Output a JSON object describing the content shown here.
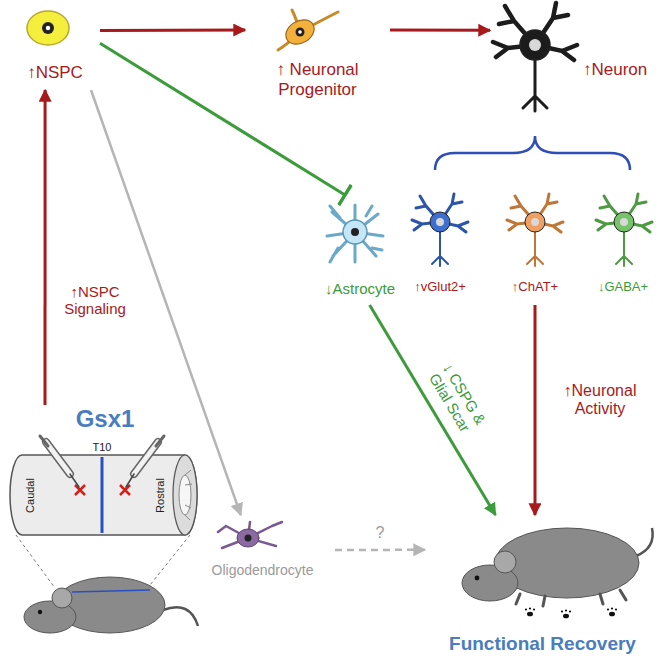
{
  "diagram": {
    "nodes": [
      {
        "text": [
          "↑NSPC"
        ]
      },
      {
        "text": [
          "↑ Neuronal Progenitor"
        ]
      },
      {
        "text": [
          "↑Neuron"
        ]
      },
      {
        "text": [
          "↑vGlut2+"
        ]
      },
      {
        "text": [
          "↑ChAT+"
        ]
      },
      {
        "text": [
          "↓GABA+"
        ]
      },
      {
        "text": [
          "↓Astrocyte"
        ]
      },
      {
        "text": [
          "Gsx1"
        ]
      },
      {
        "text": [
          "Oligodendrocyte"
        ]
      },
      {
        "text": [
          "Functional Recovery"
        ]
      }
    ],
    "edges": [
      {
        "from": 0,
        "to": 1,
        "arrow": "to"
      },
      {
        "from": 1,
        "to": 2,
        "arrow": "to"
      },
      {
        "from": 0,
        "to": 6,
        "arrow": "to"
      },
      {
        "from": 0,
        "to": 8,
        "arrow": "to"
      },
      {
        "from": 7,
        "to": 0,
        "label": "↑NSPC Signaling",
        "arrow": "to"
      },
      {
        "from": 6,
        "to": 9,
        "label": "↓ CSPG & Glial Scar",
        "arrow": "to"
      },
      {
        "from": 4,
        "to": 9,
        "label": "↑Neuronal Activity",
        "arrow": "to"
      },
      {
        "from": 8,
        "to": 9,
        "label": "?",
        "arrow": "to"
      }
    ],
    "labels": [
      "Caudal",
      "T10",
      "Rostral"
    ]
  }
}
